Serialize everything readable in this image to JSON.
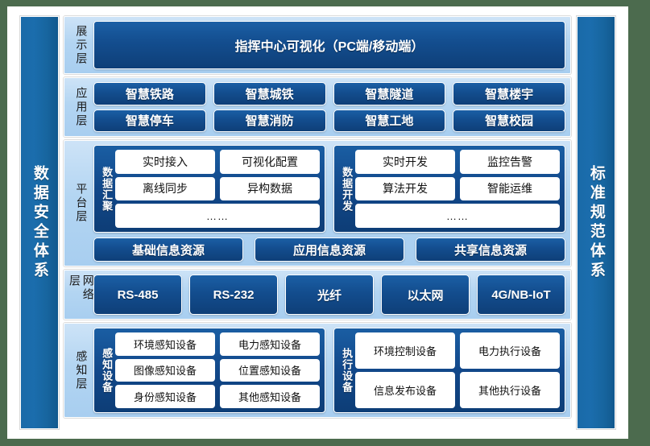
{
  "colors": {
    "pillar_blue": "#1a6aa8",
    "chip_blue": "#134d8e",
    "band_light_blue": "#b3d5f2",
    "cell_white": "#ffffff",
    "page_background": "#4c6b4e"
  },
  "pillars": {
    "left": "数据安全体系",
    "right": "标准规范体系"
  },
  "layers": [
    {
      "id": "display",
      "title": "展示层",
      "items": [
        "指挥中心可视化（PC端/移动端）"
      ]
    },
    {
      "id": "application",
      "title": "应用层",
      "items": [
        "智慧铁路",
        "智慧城铁",
        "智慧隧道",
        "智慧楼宇",
        "智慧停车",
        "智慧消防",
        "智慧工地",
        "智慧校园"
      ]
    },
    {
      "id": "platform",
      "title": "平台层",
      "groups": [
        {
          "title": "数据汇聚",
          "cells": [
            "实时接入",
            "可视化配置",
            "离线同步",
            "异构数据"
          ],
          "ellipsis": "……"
        },
        {
          "title": "数据开发",
          "cells": [
            "实时开发",
            "监控告警",
            "算法开发",
            "智能运维"
          ],
          "ellipsis": "……"
        }
      ],
      "resources": [
        "基础信息资源",
        "应用信息资源",
        "共享信息资源"
      ]
    },
    {
      "id": "network",
      "title": "网络层",
      "items": [
        "RS-485",
        "RS-232",
        "光纤",
        "以太网",
        "4G/NB-IoT"
      ]
    },
    {
      "id": "sensing",
      "title": "感知层",
      "groups": [
        {
          "title": "感知设备",
          "cells": [
            "环境感知设备",
            "电力感知设备",
            "图像感知设备",
            "位置感知设备",
            "身份感知设备",
            "其他感知设备"
          ]
        },
        {
          "title": "执行设备",
          "cells": [
            "环境控制设备",
            "电力执行设备",
            "信息发布设备",
            "其他执行设备"
          ]
        }
      ]
    }
  ]
}
